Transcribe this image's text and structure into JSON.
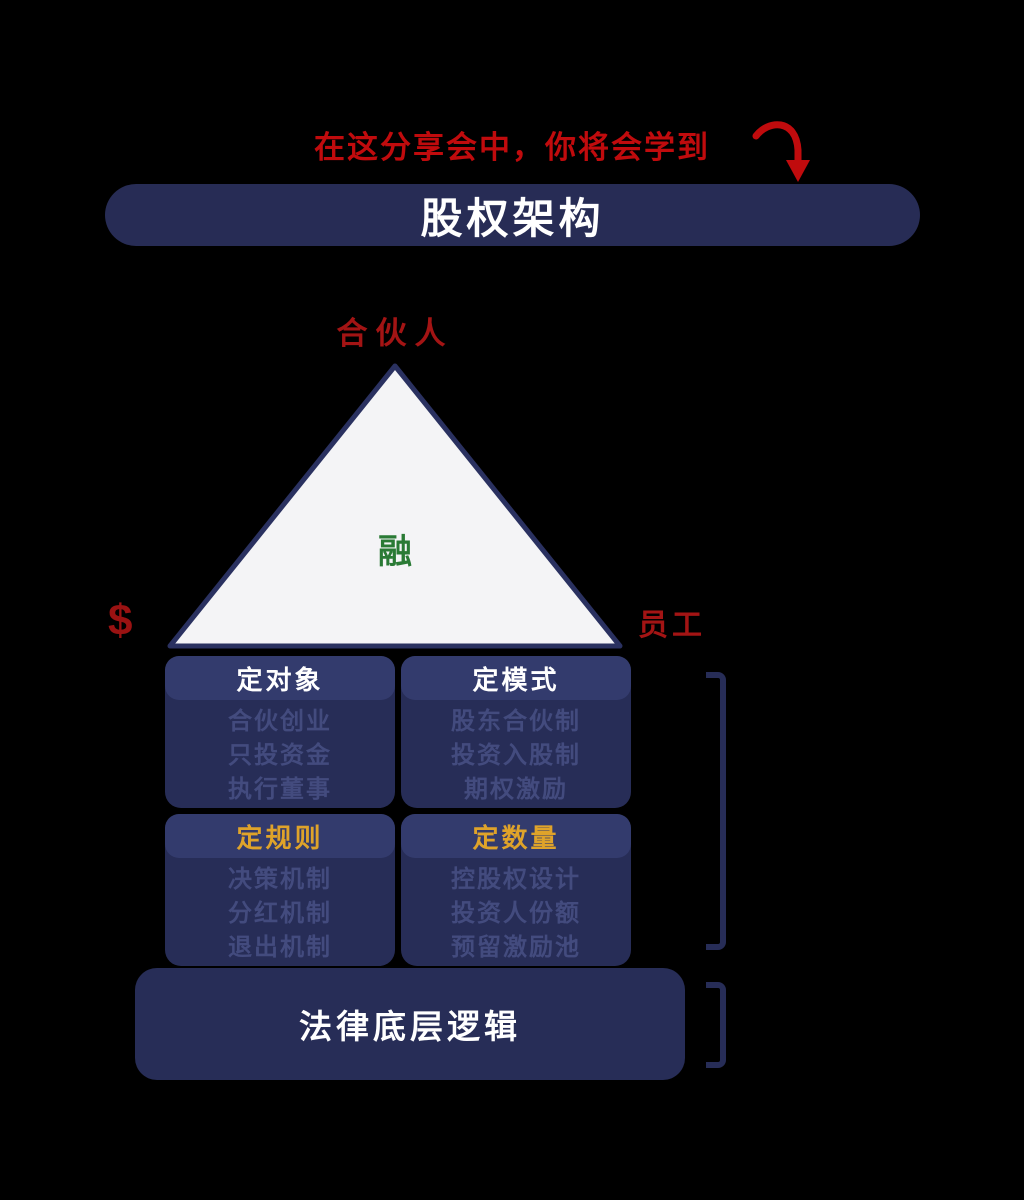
{
  "header": {
    "tagline": "在这分享会中，你将会学到",
    "title": "股权架构"
  },
  "pyramid": {
    "top_label": "合伙人",
    "center_label": "融",
    "left_label": "$",
    "right_label": "员工"
  },
  "grid": {
    "cells": [
      {
        "header": "定对象",
        "header_color": "#ffffff",
        "items": [
          "合伙创业",
          "只投资金",
          "执行董事"
        ]
      },
      {
        "header": "定模式",
        "header_color": "#ffffff",
        "items": [
          "股东合伙制",
          "投资入股制",
          "期权激励"
        ]
      },
      {
        "header": "定规则",
        "header_color": "#dfa32a",
        "items": [
          "决策机制",
          "分红机制",
          "退出机制"
        ]
      },
      {
        "header": "定数量",
        "header_color": "#dfa32a",
        "items": [
          "控股权设计",
          "投资人份额",
          "预留激励池"
        ]
      }
    ]
  },
  "footer": {
    "label": "法律底层逻辑"
  },
  "colors": {
    "background": "#000000",
    "navy": "#272d57",
    "navy_light": "#333b6d",
    "red_bright": "#c00b0d",
    "red_dark": "#a31414",
    "gold": "#dfa32a",
    "green": "#2a7a35",
    "dim_item_text": "#434b7e",
    "triangle_fill": "#f4f4f6",
    "white": "#ffffff"
  }
}
